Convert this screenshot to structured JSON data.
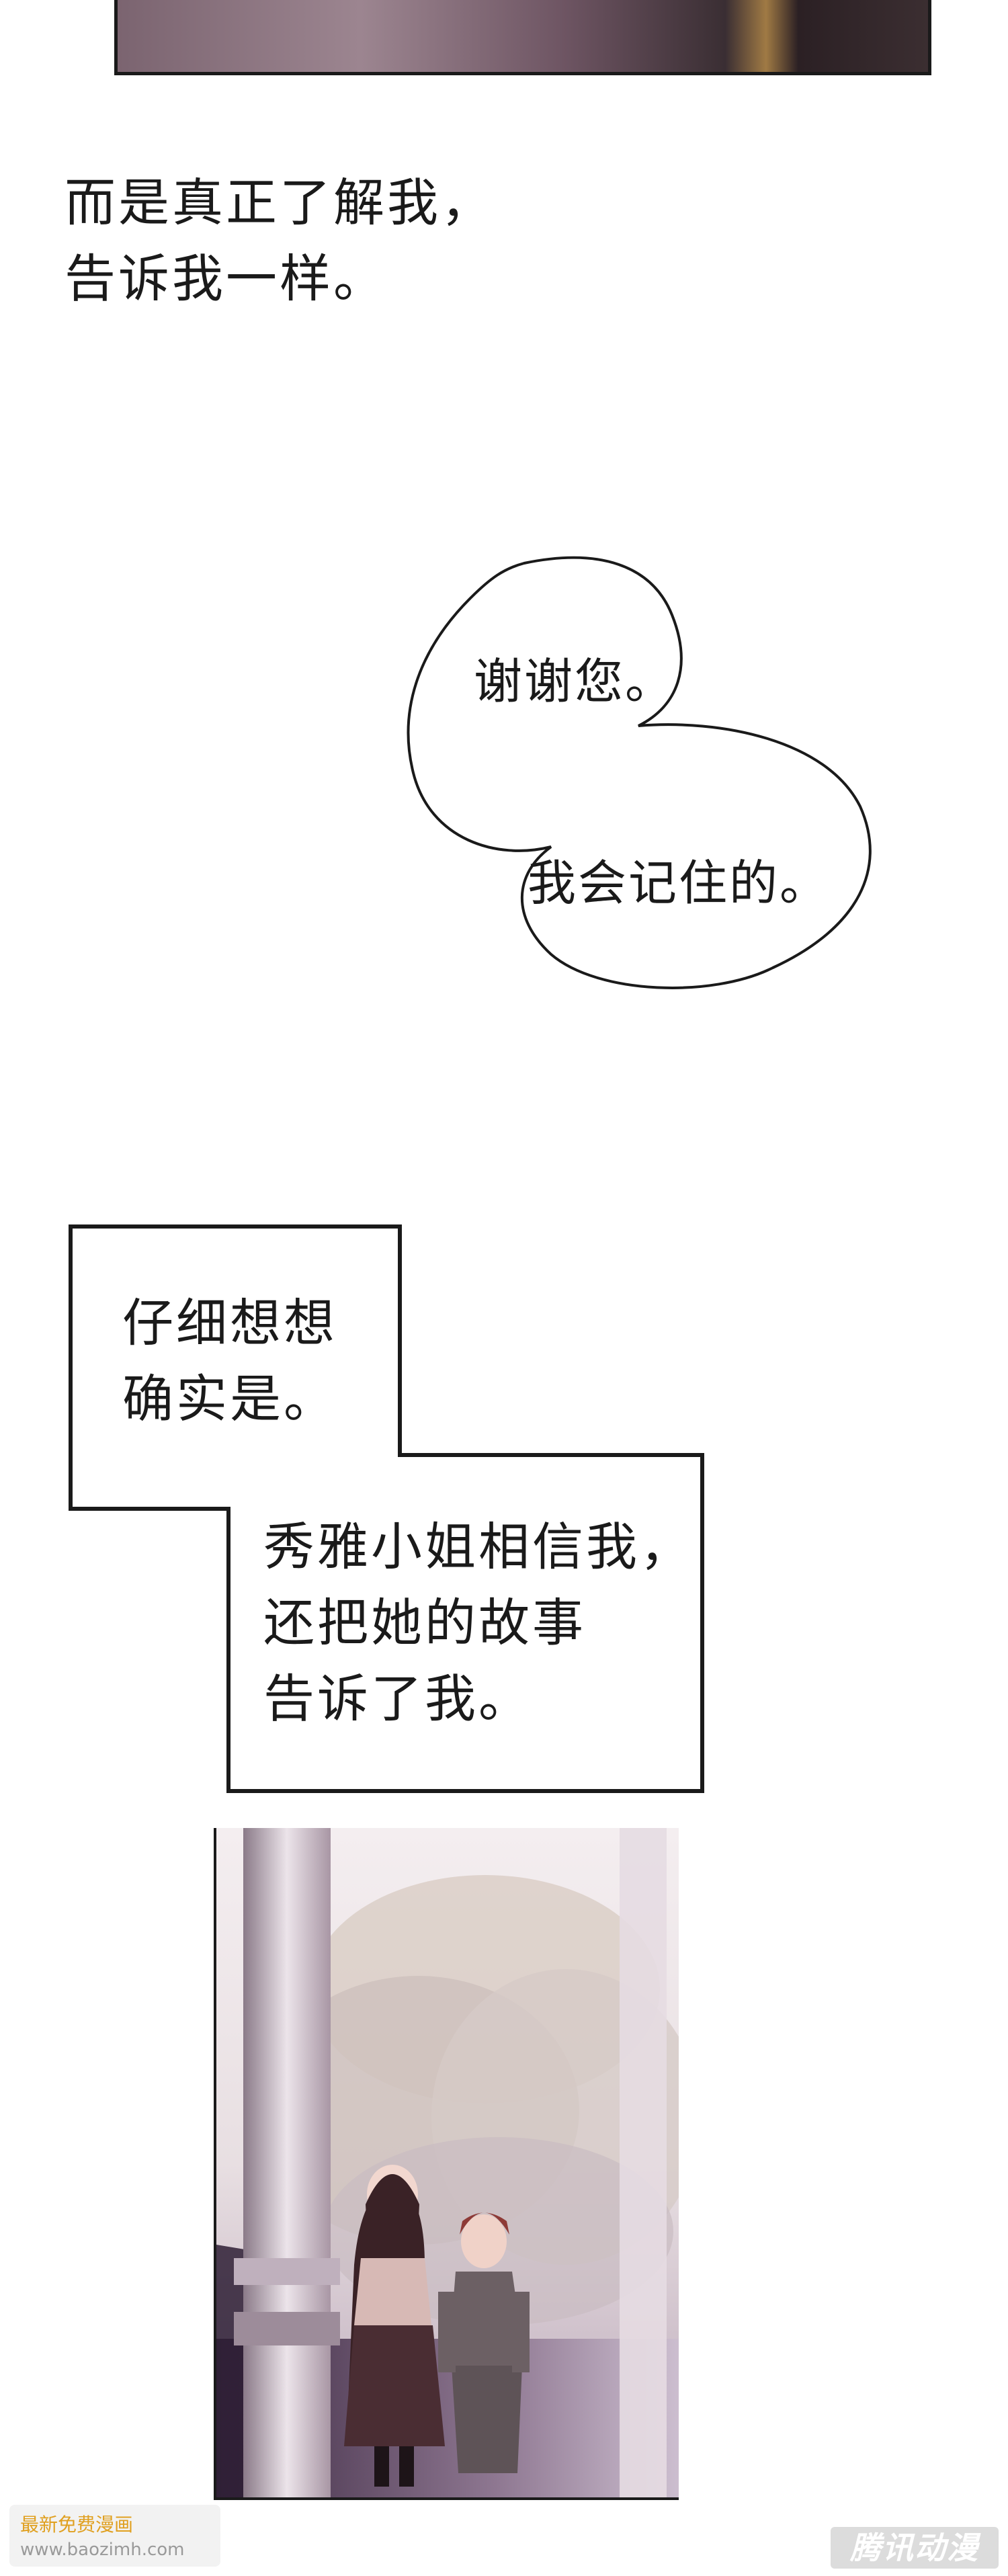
{
  "narration": {
    "text": "而是真正了解我，\n告诉我一样。"
  },
  "bubble": {
    "line1": "谢谢您。",
    "line2": "我会记住的。"
  },
  "box1": {
    "text": "仔细想想\n确实是。"
  },
  "box2": {
    "text": "秀雅小姐相信我，\n还把她的故事\n告诉了我。"
  },
  "watermark": {
    "left_line1": "最新免费漫画",
    "left_line2": "www.baozimh.com",
    "right": "腾讯动漫"
  }
}
